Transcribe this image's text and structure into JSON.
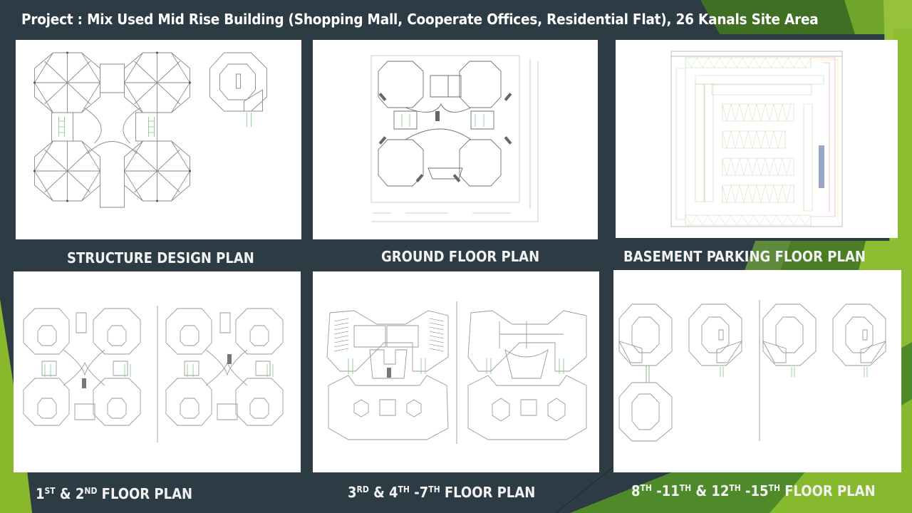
{
  "slide": {
    "title": "Project : Mix Used Mid Rise Building (Shopping Mall, Cooperate Offices, Residential Flat), 26 Kanals Site Area",
    "colors": {
      "background": "#2c3b44",
      "green_dark": "#3e6f22",
      "green_mid": "#4f8a2a",
      "green_light": "#8cbc2f",
      "green_bright": "#95c23a",
      "text": "#ffffff",
      "panel": "#ffffff"
    }
  },
  "panels": [
    {
      "id": "structure",
      "caption": "STRUCTURE DESIGN PLAN",
      "image_desc": "structure-design-plan-drawing"
    },
    {
      "id": "ground",
      "caption": "GROUND FLOOR PLAN",
      "image_desc": "ground-floor-plan-drawing"
    },
    {
      "id": "basement",
      "caption": "BASEMENT PARKING FLOOR PLAN",
      "image_desc": "basement-parking-floor-plan-drawing"
    },
    {
      "id": "floor1-2",
      "caption_parts": [
        "1",
        "ST",
        " & 2",
        "ND",
        " FLOOR PLAN"
      ],
      "caption": "1ST & 2ND FLOOR PLAN",
      "image_desc": "first-second-floor-plan-drawing"
    },
    {
      "id": "floor3-7",
      "caption_parts": [
        "3",
        "RD",
        " & 4",
        "TH",
        " -7",
        "TH",
        " FLOOR PLAN"
      ],
      "caption": "3RD & 4TH -7TH FLOOR PLAN",
      "image_desc": "third-to-seventh-floor-plan-drawing"
    },
    {
      "id": "floor8-15",
      "caption_parts": [
        "8",
        "TH",
        " -11",
        "TH",
        " & 12",
        "TH",
        " -15",
        "TH",
        " FLOOR PLAN"
      ],
      "caption": "8TH -11TH & 12TH -15TH FLOOR PLAN",
      "image_desc": "eighth-to-fifteenth-floor-plan-drawing"
    }
  ]
}
